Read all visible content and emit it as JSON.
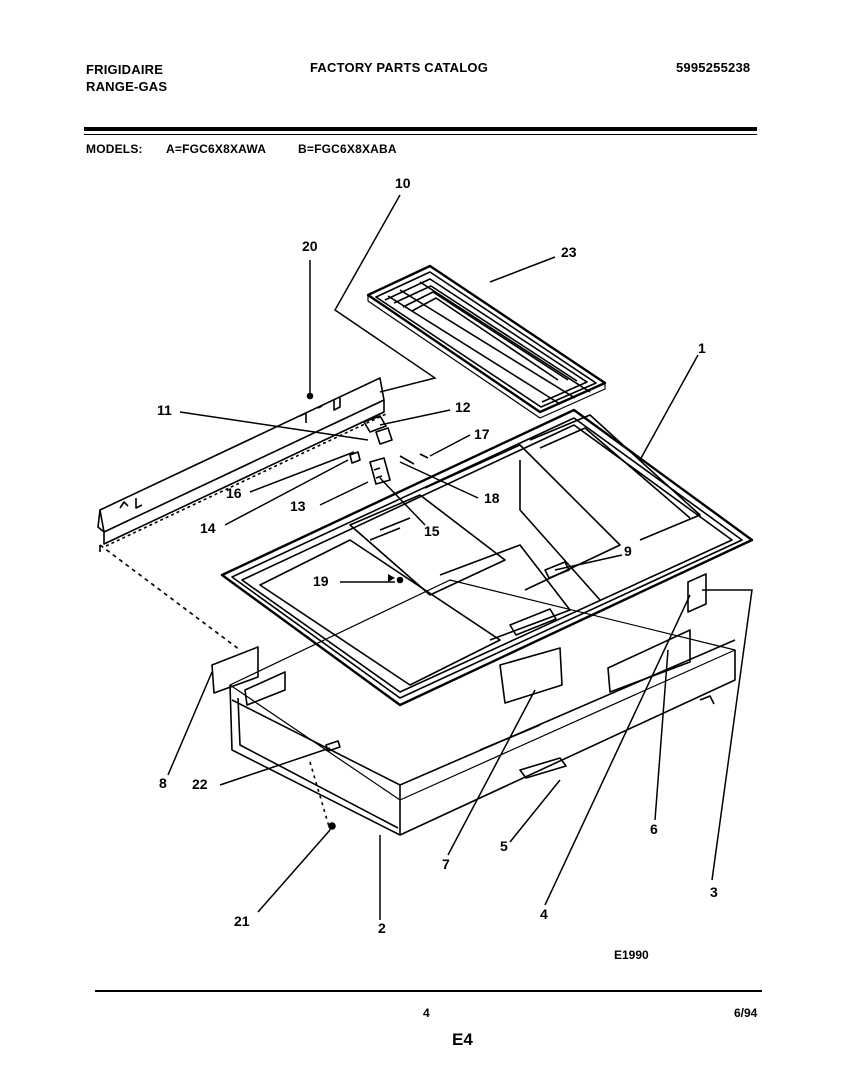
{
  "header": {
    "brand": "FRIGIDAIRE",
    "product": "RANGE-GAS",
    "catalog_title": "FACTORY PARTS CATALOG",
    "catalog_number": "5995255238"
  },
  "models": {
    "label": "MODELS:",
    "model_a": "A=FGC6X8XAWA",
    "model_b": "B=FGC6X8XABA"
  },
  "diagram": {
    "part_numbers": [
      "1",
      "2",
      "3",
      "4",
      "5",
      "6",
      "7",
      "8",
      "9",
      "10",
      "11",
      "12",
      "13",
      "14",
      "15",
      "16",
      "17",
      "18",
      "19",
      "20",
      "21",
      "22",
      "23"
    ],
    "figure_code": "E1990"
  },
  "footer": {
    "page_number": "4",
    "date": "6/94",
    "page_code": "E4"
  }
}
